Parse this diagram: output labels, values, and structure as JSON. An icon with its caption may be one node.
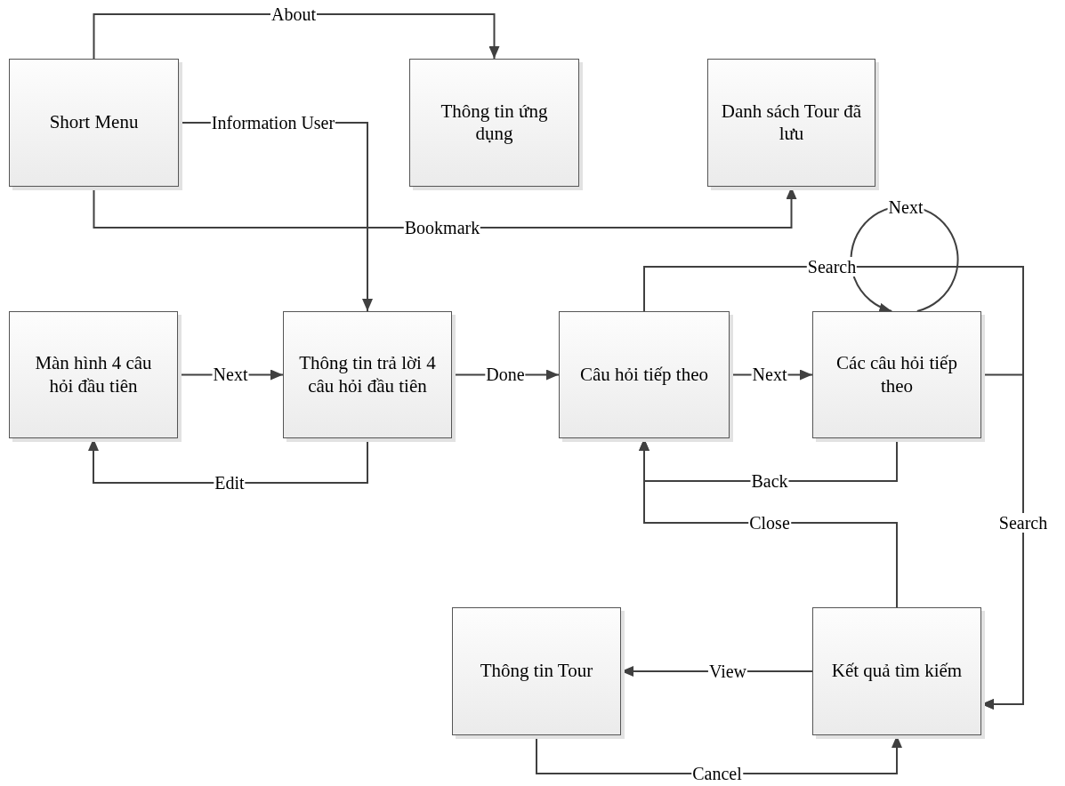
{
  "diagram": {
    "nodes": [
      {
        "text": [
          "Short Menu"
        ]
      },
      {
        "text": [
          "Thông tin ứng dụng"
        ]
      },
      {
        "text": [
          "Danh sách Tour đã lưu"
        ]
      },
      {
        "text": [
          "Màn hình 4 câu hỏi đầu tiên"
        ]
      },
      {
        "text": [
          "Thông tin trả lời 4 câu hỏi đầu tiên"
        ]
      },
      {
        "text": [
          "Câu hỏi tiếp theo"
        ]
      },
      {
        "text": [
          "Các câu hỏi tiếp theo"
        ]
      },
      {
        "text": [
          "Thông tin Tour"
        ]
      },
      {
        "text": [
          "Kết quả tìm kiếm"
        ]
      }
    ],
    "edges": [
      {
        "from": 0,
        "to": 1,
        "arrow": "to",
        "label": "About"
      },
      {
        "from": 0,
        "to": 4,
        "arrow": "to",
        "label": "Information User"
      },
      {
        "from": 0,
        "to": 2,
        "arrow": "to",
        "label": "Bookmark"
      },
      {
        "from": 3,
        "to": 4,
        "arrow": "to",
        "label": "Next"
      },
      {
        "from": 4,
        "to": 3,
        "arrow": "to",
        "label": "Edit"
      },
      {
        "from": 4,
        "to": 5,
        "arrow": "to",
        "label": "Done"
      },
      {
        "from": 5,
        "to": 6,
        "arrow": "to",
        "label": "Next"
      },
      {
        "from": 6,
        "to": 6,
        "arrow": "to",
        "label": "Next"
      },
      {
        "from": 5,
        "to": 8,
        "arrow": "to",
        "label": "Search"
      },
      {
        "from": 6,
        "to": 8,
        "arrow": "to",
        "label": "Search"
      },
      {
        "from": 6,
        "to": 5,
        "arrow": "to",
        "label": "Back"
      },
      {
        "from": 8,
        "to": 5,
        "arrow": "to",
        "label": "Close"
      },
      {
        "from": 8,
        "to": 7,
        "arrow": "to",
        "label": "View"
      },
      {
        "from": 7,
        "to": 8,
        "arrow": "to",
        "label": "Cancel"
      }
    ]
  }
}
